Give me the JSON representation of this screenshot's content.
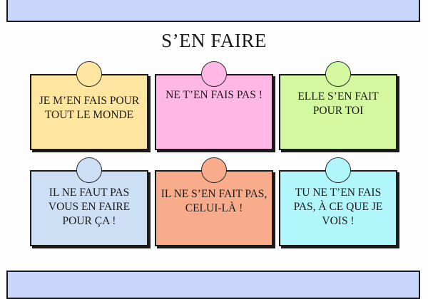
{
  "title": "S’EN FAIRE",
  "colors": {
    "banner": "#c8d6fc",
    "border": "#1b1b1b"
  },
  "cards": [
    {
      "text": "JE M’EN FAIS POUR TOUT LE MONDE",
      "color": "#ffe6a0",
      "pin_color": "#ffe6a0"
    },
    {
      "text": "NE T’EN FAIS PAS !",
      "color": "#ffb8e6",
      "pin_color": "#ffb8e6"
    },
    {
      "text": "ELLE S’EN FAIT POUR TOI",
      "color": "#d4f8a0",
      "pin_color": "#d4f8a0"
    },
    {
      "text": "IL NE FAUT PAS VOUS EN FAIRE POUR ÇA !",
      "color": "#cddff5",
      "pin_color": "#cddff5"
    },
    {
      "text": "IL NE S’EN FAIT PAS, CELUI-LÀ !",
      "color": "#f8ac8c",
      "pin_color": "#f8ac8c"
    },
    {
      "text": "TU NE T’EN FAIS PAS, À CE QUE JE VOIS !",
      "color": "#b0f6fa",
      "pin_color": "#b0f6fa"
    }
  ]
}
